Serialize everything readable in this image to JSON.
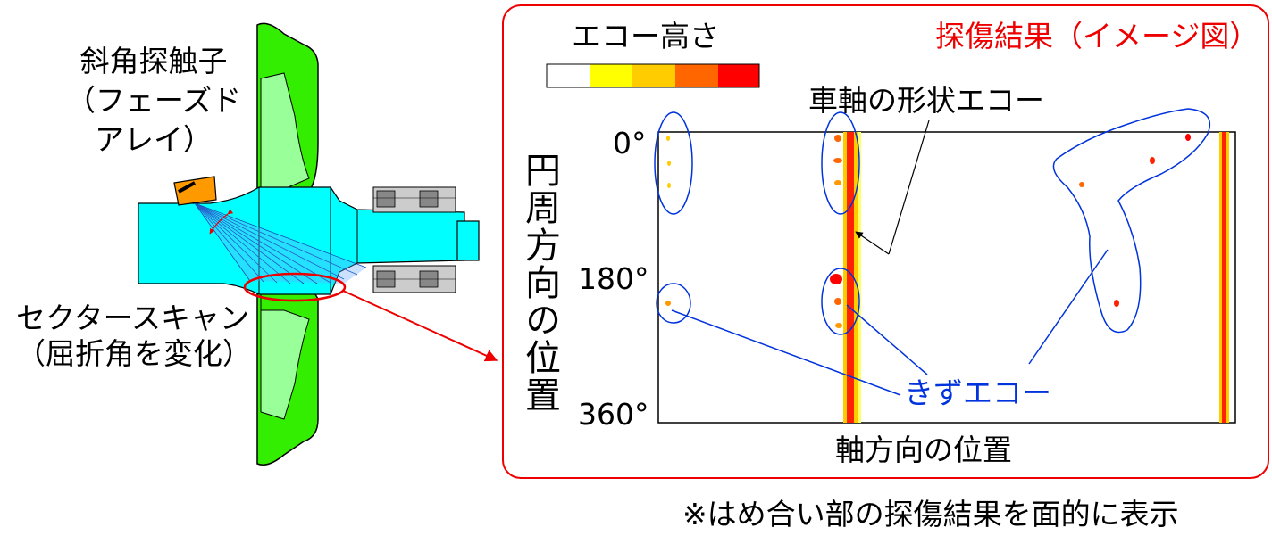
{
  "probe": {
    "title": "斜角探触子",
    "subtitle_line1": "（フェーズド",
    "subtitle_line2": "アレイ）"
  },
  "scan": {
    "label": "セクタースキャン",
    "sublabel": "（屈折角を変化）"
  },
  "result": {
    "title": "探傷結果（イメージ図）",
    "legend_title": "エコー高さ",
    "legend_colors": [
      "#ffffff",
      "#ffff00",
      "#ffcc00",
      "#ff9900",
      "#ff6600",
      "#ff0000"
    ],
    "shape_echo_label": "車軸の形状エコー",
    "flaw_echo_label": "きずエコー",
    "y_axis_label": "円周方向の位置",
    "x_axis_label": "軸方向の位置",
    "y_ticks": [
      "0°",
      "180°",
      "360°"
    ],
    "note": "※はめ合い部の探傷結果を面的に表示"
  },
  "colors": {
    "axle": "#00ffff",
    "wheel": "#33ee00",
    "wheel_inner": "#99ff99",
    "probe": "#ff9900",
    "frame": "#ee0000",
    "flaw_marker": "#0033dd"
  }
}
